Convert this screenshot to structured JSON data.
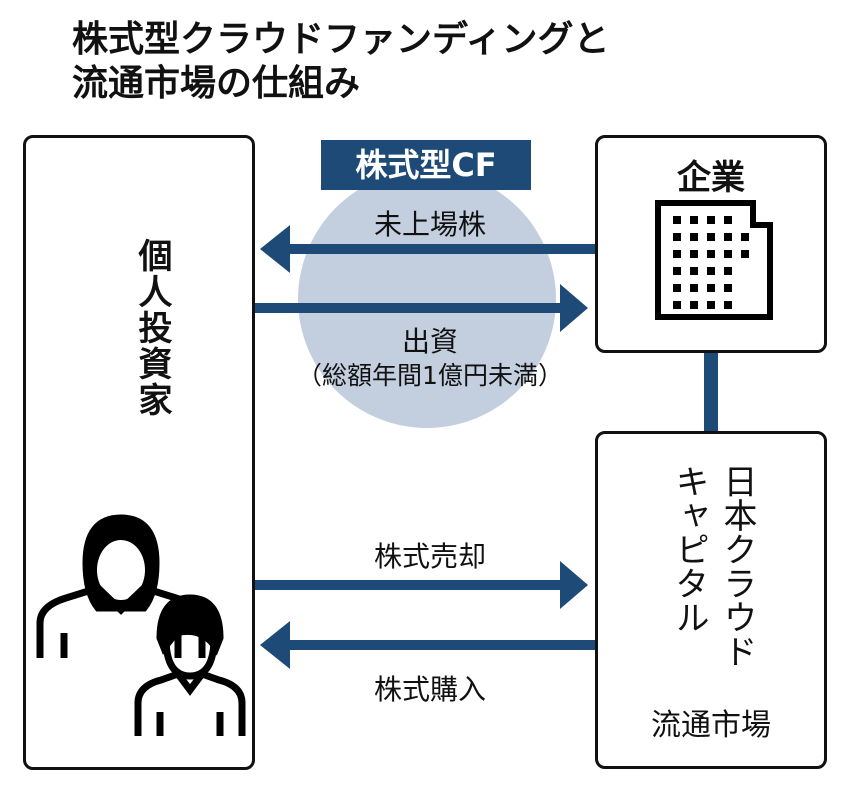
{
  "title": {
    "line1": "株式型クラウドファンディングと",
    "line2": "流通市場の仕組み"
  },
  "colors": {
    "accent": "#1e4a78",
    "circle": "#c3cfdf",
    "border": "#111111"
  },
  "nodes": {
    "investor": {
      "label": "個人投資家",
      "icon": "people-icon"
    },
    "company": {
      "label": "企業",
      "icon": "building-icon"
    },
    "market": {
      "name": "日本クラウドキャピタル",
      "name_col1": "日本クラウド",
      "name_col2": "キャピタル",
      "sub": "流通市場"
    }
  },
  "cf_badge": "株式型CF",
  "flows": [
    {
      "label": "未上場株",
      "from": "company",
      "to": "investor"
    },
    {
      "label": "出資",
      "note": "（総額年間1億円未満）",
      "from": "investor",
      "to": "company"
    },
    {
      "label": "株式売却",
      "from": "investor",
      "to": "market"
    },
    {
      "label": "株式購入",
      "from": "market",
      "to": "investor"
    }
  ]
}
